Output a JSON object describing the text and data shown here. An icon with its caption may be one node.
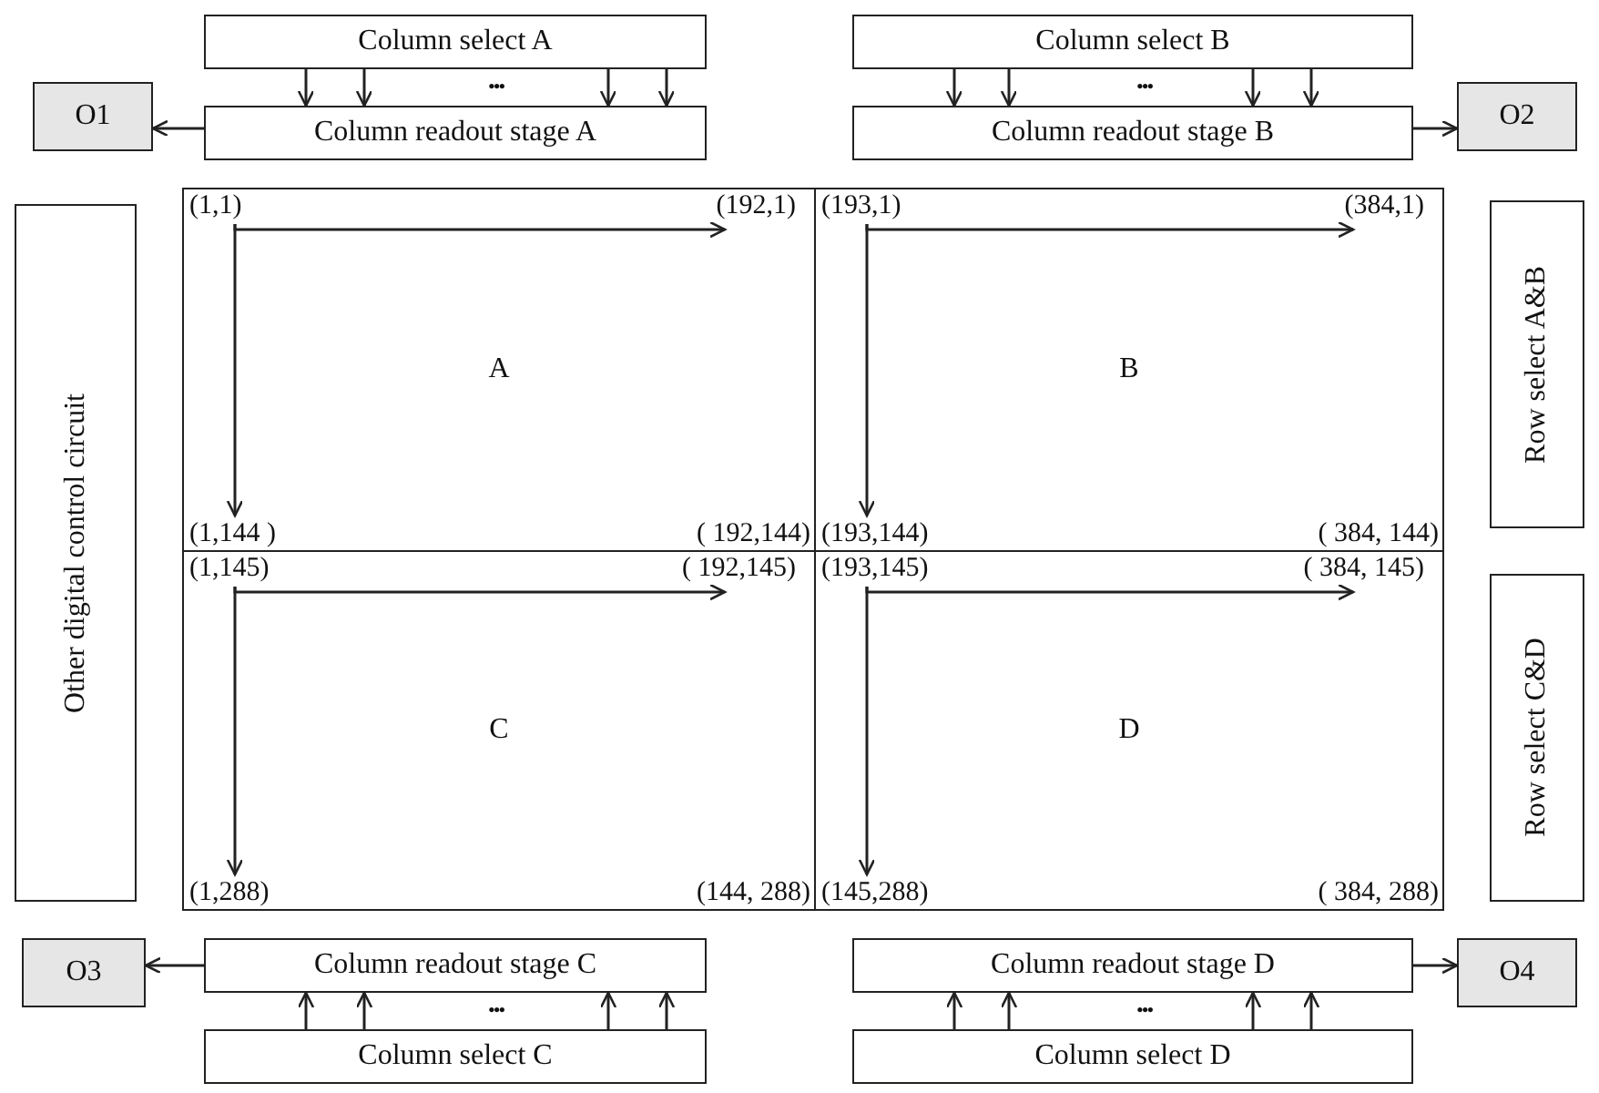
{
  "diagram": {
    "nodes": [
      {
        "text": [
          "Column select A"
        ]
      },
      {
        "text": [
          "Column readout stage A"
        ]
      },
      {
        "text": [
          "O1"
        ]
      },
      {
        "text": [
          "Column select B"
        ]
      },
      {
        "text": [
          "Column readout stage B"
        ]
      },
      {
        "text": [
          "O2"
        ]
      },
      {
        "text": [
          "Other digital control circuit"
        ]
      },
      {
        "text": [
          "A"
        ]
      },
      {
        "text": [
          "(1,1)"
        ],
        "in": 7
      },
      {
        "text": [
          "(192,1)"
        ],
        "in": 7
      },
      {
        "text": [
          "(1,144 )"
        ],
        "in": 7
      },
      {
        "text": [
          "( 192,144)"
        ],
        "in": 7
      },
      {
        "text": [
          "B"
        ]
      },
      {
        "text": [
          "(193,1)"
        ],
        "in": 12
      },
      {
        "text": [
          "(384,1)"
        ],
        "in": 12
      },
      {
        "text": [
          "(193,144)"
        ],
        "in": 12
      },
      {
        "text": [
          "( 384, 144)"
        ],
        "in": 12
      },
      {
        "text": [
          "Row select A&B"
        ]
      },
      {
        "text": [
          "C"
        ]
      },
      {
        "text": [
          "(1,145)"
        ],
        "in": 18
      },
      {
        "text": [
          "( 192,145)"
        ],
        "in": 18
      },
      {
        "text": [
          "(1,288)"
        ],
        "in": 18
      },
      {
        "text": [
          "(144, 288)"
        ],
        "in": 18
      },
      {
        "text": [
          "D"
        ]
      },
      {
        "text": [
          "(193,145)"
        ],
        "in": 23
      },
      {
        "text": [
          "( 384, 145)"
        ],
        "in": 23
      },
      {
        "text": [
          "(145,288)"
        ],
        "in": 23
      },
      {
        "text": [
          "( 384, 288)"
        ],
        "in": 23
      },
      {
        "text": [
          "Row select C&D"
        ]
      },
      {
        "text": [
          "O3"
        ]
      },
      {
        "text": [
          "Column readout stage C"
        ]
      },
      {
        "text": [
          "Column readout stage D"
        ]
      },
      {
        "text": [
          "O4"
        ]
      },
      {
        "text": [
          "Column select C"
        ]
      },
      {
        "text": [
          "Column select D"
        ]
      }
    ],
    "edges": [
      {
        "from": 0,
        "to": 1,
        "arrow": "to"
      },
      {
        "from": 0,
        "to": 1,
        "arrow": "to"
      },
      {
        "from": 0,
        "to": 1,
        "arrow": "to"
      },
      {
        "from": 0,
        "to": 1,
        "arrow": "to"
      },
      {
        "from": 1,
        "to": 2,
        "arrow": "to"
      },
      {
        "from": 3,
        "to": 4,
        "arrow": "to"
      },
      {
        "from": 3,
        "to": 4,
        "arrow": "to"
      },
      {
        "from": 3,
        "to": 4,
        "arrow": "to"
      },
      {
        "from": 3,
        "to": 4,
        "arrow": "to"
      },
      {
        "from": 4,
        "to": 5,
        "arrow": "to"
      },
      {
        "from": 8,
        "to": 9,
        "arrow": "to"
      },
      {
        "from": 8,
        "to": 10,
        "arrow": "to"
      },
      {
        "from": 13,
        "to": 14,
        "arrow": "to"
      },
      {
        "from": 13,
        "to": 15,
        "arrow": "to"
      },
      {
        "from": 19,
        "to": 20,
        "arrow": "to"
      },
      {
        "from": 19,
        "to": 21,
        "arrow": "to"
      },
      {
        "from": 24,
        "to": 25,
        "arrow": "to"
      },
      {
        "from": 24,
        "to": 26,
        "arrow": "to"
      },
      {
        "from": 30,
        "to": 29,
        "arrow": "to"
      },
      {
        "from": 33,
        "to": 30,
        "arrow": "to"
      },
      {
        "from": 33,
        "to": 30,
        "arrow": "to"
      },
      {
        "from": 33,
        "to": 30,
        "arrow": "to"
      },
      {
        "from": 33,
        "to": 30,
        "arrow": "to"
      },
      {
        "from": 31,
        "to": 32,
        "arrow": "to"
      },
      {
        "from": 34,
        "to": 31,
        "arrow": "to"
      },
      {
        "from": 34,
        "to": 31,
        "arrow": "to"
      },
      {
        "from": 34,
        "to": 31,
        "arrow": "to"
      },
      {
        "from": 34,
        "to": 31,
        "arrow": "to"
      }
    ],
    "labels": [
      "•••",
      "•••",
      "•••",
      "•••"
    ]
  }
}
